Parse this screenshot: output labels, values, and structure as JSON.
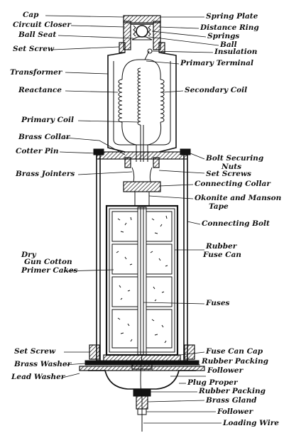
{
  "labels": {
    "cap": "Cap",
    "circuit_closer": "Circuit Closer",
    "ball_seat": "Ball Seat",
    "set_screw_top": "Set Screw",
    "transformer": "Transformer",
    "reactance": "Reactance",
    "primary_coil": "Primary Coil",
    "brass_collar": "Brass Collar",
    "cotter_pin": "Cotter Pin",
    "brass_jointers": "Brass Jointers",
    "spring_plate": "Spring Plate",
    "distance_ring": "Distance Ring",
    "springs": "Springs",
    "ball": "Ball",
    "insulation": "Insulation",
    "primary_terminal": "Primary Terminal",
    "secondary_coil": "Secondary Coil",
    "bolt_securing": "Bolt Securing",
    "nuts": "Nuts",
    "set_screws": "Set Screws",
    "connecting_collar": "Connecting Collar",
    "okonite_manson": "Okonite and Manson",
    "tape": "Tape",
    "connecting_bolt": "Connecting Bolt",
    "dry": "Dry",
    "gun_cotton": "Gun Cotton",
    "primer_cakes": "Primer Cakes",
    "rubber": "Rubber",
    "fuse_can": "Fuse Can",
    "fuses": "Fuses",
    "set_screw_bottom": "Set Screw",
    "brass_washer": "Brass Washer",
    "lead_washer": "Lead Washer",
    "fuse_can_cap": "Fuse Can Cap",
    "rubber_packing_1": "Rubber Packing",
    "follower_1": "Follower",
    "plug_proper": "Plug Proper",
    "rubber_packing_2": "Rubber Packing",
    "brass_gland": "Brass Gland",
    "follower_2": "Follower",
    "loading_wire": "Loading Wire"
  }
}
